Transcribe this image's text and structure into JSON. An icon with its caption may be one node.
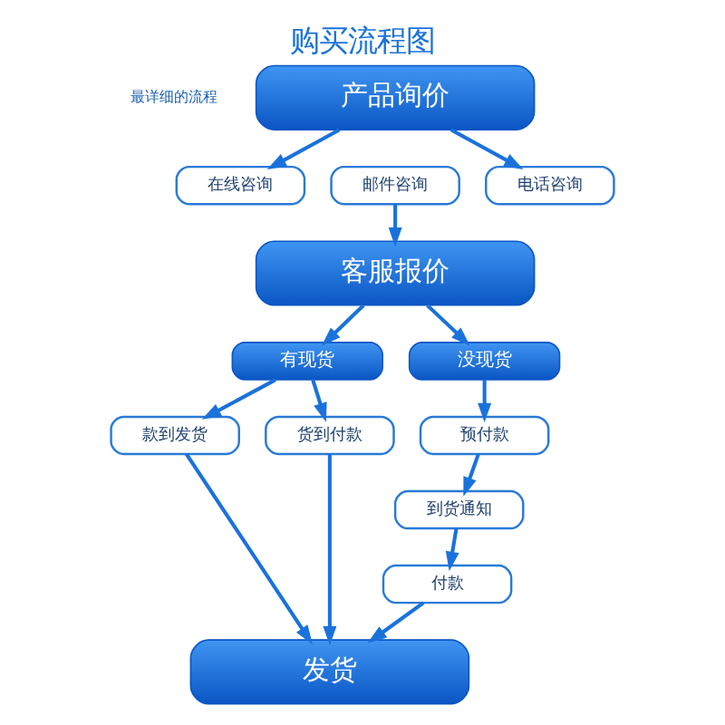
{
  "diagram": {
    "title": "购买流程图",
    "nodes": [
      {
        "text": [
          "产品询价"
        ]
      },
      {
        "text": [
          "在线咨询"
        ]
      },
      {
        "text": [
          "邮件咨询"
        ]
      },
      {
        "text": [
          "电话咨询"
        ]
      },
      {
        "text": [
          "客服报价"
        ]
      },
      {
        "text": [
          "有现货"
        ]
      },
      {
        "text": [
          "没现货"
        ]
      },
      {
        "text": [
          "款到发货"
        ]
      },
      {
        "text": [
          "货到付款"
        ]
      },
      {
        "text": [
          "预付款"
        ]
      },
      {
        "text": [
          "到货通知"
        ]
      },
      {
        "text": [
          "付款"
        ]
      },
      {
        "text": [
          "发货"
        ]
      }
    ],
    "edges": [
      {
        "from": 0,
        "to": 1,
        "arrow": "to"
      },
      {
        "from": 0,
        "to": 3,
        "arrow": "to"
      },
      {
        "from": 2,
        "to": 4,
        "arrow": "to"
      },
      {
        "from": 4,
        "to": 5,
        "arrow": "to"
      },
      {
        "from": 4,
        "to": 6,
        "arrow": "to"
      },
      {
        "from": 5,
        "to": 7,
        "arrow": "to"
      },
      {
        "from": 5,
        "to": 8,
        "arrow": "to"
      },
      {
        "from": 6,
        "to": 9,
        "arrow": "to"
      },
      {
        "from": 9,
        "to": 10,
        "arrow": "to"
      },
      {
        "from": 10,
        "to": 11,
        "arrow": "to"
      },
      {
        "from": 7,
        "to": 12,
        "arrow": "to"
      },
      {
        "from": 8,
        "to": 12,
        "arrow": "to"
      },
      {
        "from": 11,
        "to": 12,
        "arrow": "to"
      }
    ],
    "labels": [
      "最详细的流程"
    ]
  }
}
